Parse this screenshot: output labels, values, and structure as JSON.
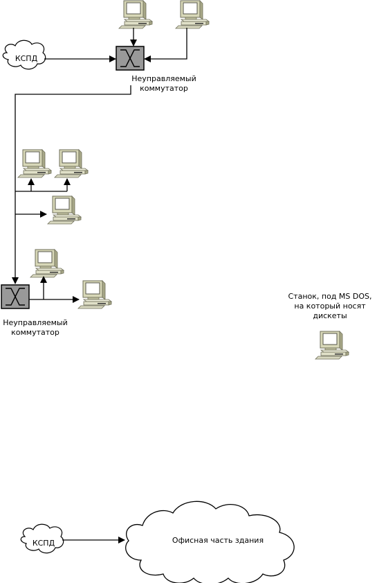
{
  "network": {
    "kspd_top": "КСПД",
    "kspd_bottom": "КСПД",
    "switch_top": [
      "Неуправляемый",
      "коммутатор"
    ],
    "switch_bottom": [
      "Неуправляемый",
      "коммутатор"
    ],
    "machine_note": [
      "Станок, под MS DOS,",
      "на который носят",
      "дискеты"
    ],
    "office_cloud": "Офисная часть здания"
  },
  "colors": {
    "line": "#000000",
    "switch_fill": "#999999",
    "monitor": "#d8d8b8",
    "screen": "#ffffff",
    "unit": "#e6e6d2",
    "shadow": "#8a8a70"
  }
}
